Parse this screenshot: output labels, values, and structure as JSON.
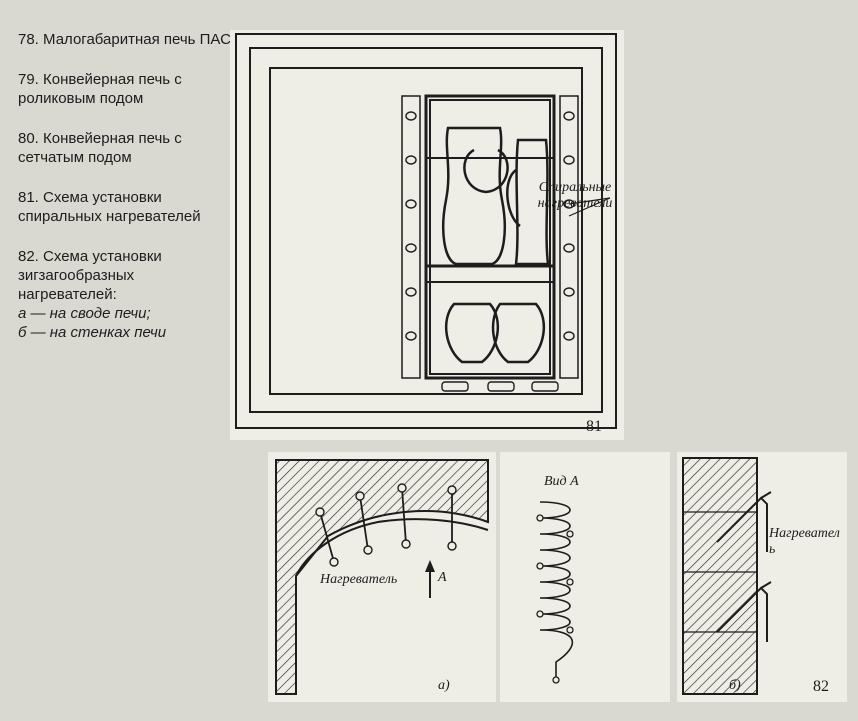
{
  "captions": [
    {
      "number": "78.",
      "text": "Малогабаритная печь ПАС"
    },
    {
      "number": "79.",
      "text": "Конвейерная печь с роликовым подом"
    },
    {
      "number": "80.",
      "text": "Конвейерная печь с сетчатым подом"
    },
    {
      "number": "81.",
      "text": "Схема установки спиральных нагревателей"
    },
    {
      "number": "82.",
      "text": "Схема установки зигзагообразных нагревателей:",
      "sub_a": "а — на своде печи;",
      "sub_b": "б — на стенках печи"
    }
  ],
  "fig81": {
    "label": "Спиральные нагреватели",
    "number": "81"
  },
  "fig82": {
    "label_heater_a": "Нагреватель",
    "label_A": "A",
    "label_view": "Вид А",
    "label_heater_b": "Нагреватель",
    "panel_a": "а)",
    "panel_b": "б)",
    "number": "82"
  },
  "colors": {
    "paper": "#eeede6",
    "background": "#d9d8d1",
    "ink": "#1d1d1d"
  }
}
